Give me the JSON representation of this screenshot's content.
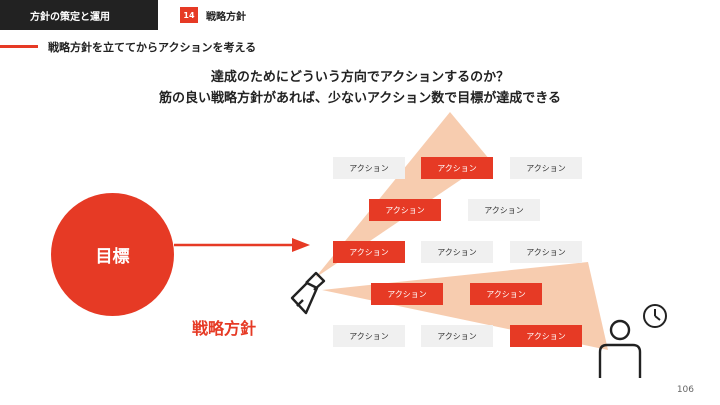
{
  "header": {
    "chapter": "方針の策定と運用",
    "page_badge": "14",
    "page_title": "戦略方針"
  },
  "section_heading": "戦略方針を立ててからアクションを考える",
  "headline": {
    "line1": "達成のためにどういう方向でアクションするのか？",
    "line2": "筋の良い戦略方針があれば、少ないアクション数で目標が達成できる"
  },
  "goal_label": "目標",
  "strategy_label": "戦略方針",
  "actions": [
    {
      "label": "アクション",
      "highlighted": false
    },
    {
      "label": "アクション",
      "highlighted": true
    },
    {
      "label": "アクション",
      "highlighted": false
    },
    {
      "label": "アクション",
      "highlighted": true
    },
    {
      "label": "アクション",
      "highlighted": false
    },
    {
      "label": "アクション",
      "highlighted": true
    },
    {
      "label": "アクション",
      "highlighted": false
    },
    {
      "label": "アクション",
      "highlighted": false
    },
    {
      "label": "アクション",
      "highlighted": true
    },
    {
      "label": "アクション",
      "highlighted": true
    },
    {
      "label": "アクション",
      "highlighted": false
    },
    {
      "label": "アクション",
      "highlighted": false
    },
    {
      "label": "アクション",
      "highlighted": true
    }
  ],
  "page_number": "106",
  "colors": {
    "accent": "#e63a25",
    "beam": "#f6c6a6",
    "dark": "#222222",
    "grey_box": "#f0f0f0"
  },
  "icons": {
    "flashlight": "flashlight-icon",
    "person": "person-icon",
    "clock": "clock-icon",
    "arrow": "arrow-right-icon"
  }
}
